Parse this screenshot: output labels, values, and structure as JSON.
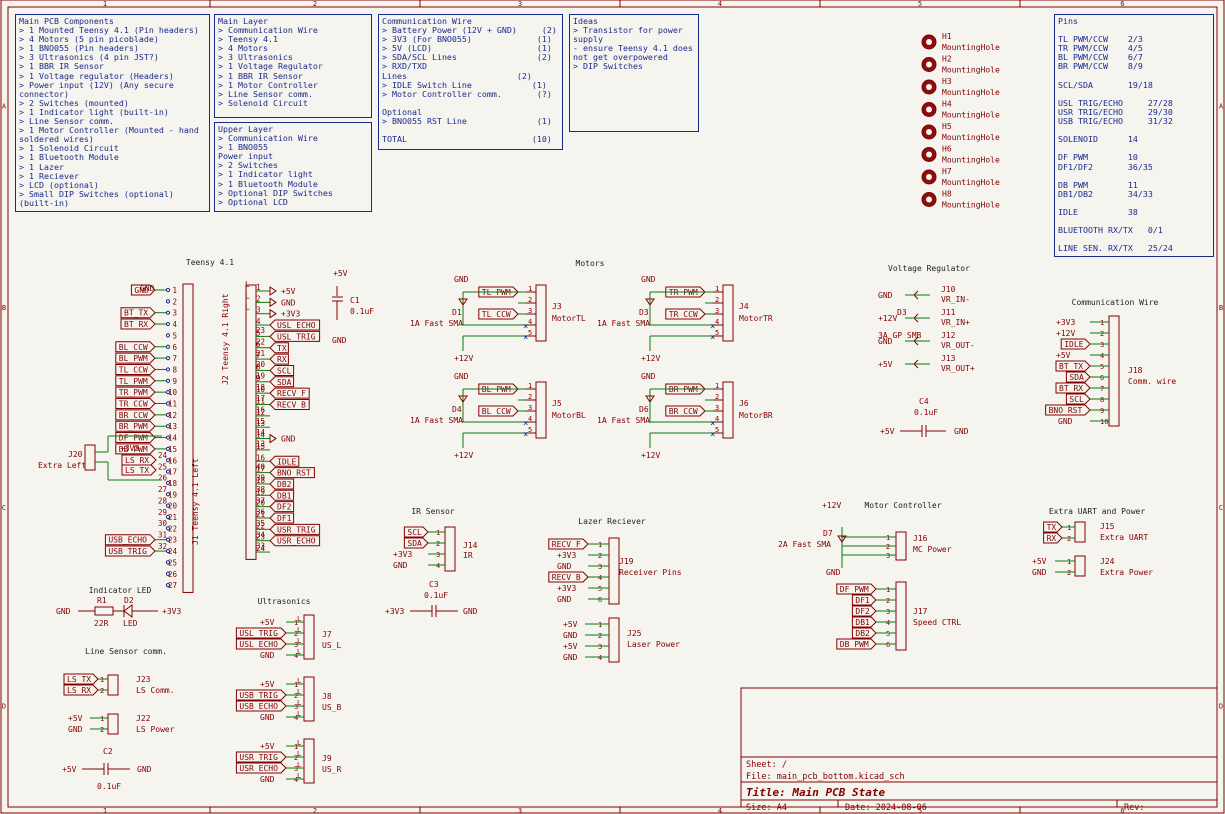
{
  "frame": {
    "cols": [
      "1",
      "2",
      "3",
      "4",
      "5",
      "6"
    ],
    "rows": [
      "A",
      "B",
      "C",
      "D"
    ]
  },
  "notes": {
    "main_pcb": [
      "Main PCB Components",
      "> 1 Mounted Teensy 4.1 (Pin headers)",
      "> 4 Motors (5 pin picoblade)",
      "> 1 BNO055 (Pin headers)",
      "> 3 Ultrasonics (4 pin JST?)",
      "> 1 BBR IR Sensor",
      "> 1 Voltage regulator (Headers)",
      "> Power input (12V) (Any secure",
      "connector)",
      "> 2 Switches (mounted)",
      "> 1 Indicator light (built-in)",
      "> Line Sensor comm.",
      "> 1 Motor Controller (Mounted - hand",
      "soldered wires)",
      "> 1 Solenoid Circuit",
      "> 1 Bluetooth Module",
      "> 1 Lazer",
      "> 1 Reciever",
      "> LCD (optional)",
      "> Small DIP Switches (optional)",
      "(built-in)"
    ],
    "main_layer": [
      "Main Layer",
      "> Communication Wire",
      "> Teensy 4.1",
      "> 4 Motors",
      "> 3 Ultrasonics",
      "> 1 Voltage Regulator",
      "> 1 BBR IR Sensor",
      "> 1 Motor Controller",
      "> Line Sensor comm.",
      "> Solenoid Circuit"
    ],
    "upper_layer": [
      "Upper Layer",
      "> Communication Wire",
      "> 1 BNO055",
      "Power input",
      "> 2 Switches",
      "> 1 Indicator light",
      "> 1 Bluetooth Module",
      "> Optional DIP Switches",
      "> Optional LCD"
    ],
    "comm_wire": [
      "Communication Wire",
      "> Battery Power (12V + GND)     (2)",
      "> 3V3 (For BNO055)             (1)",
      "> 5V (LCD)                     (1)",
      "> SDA/SCL Lines                (2)",
      "> RXD/TXD",
      "Lines                      (2)",
      "> IDLE Switch Line            (1)",
      "> Motor Controller comm.       (?)",
      "",
      "Optional",
      "> BNO055 RST Line              (1)",
      "",
      "TOTAL                         (10)"
    ],
    "ideas": [
      "Ideas",
      "> Transistor for power",
      "supply",
      "- ensure Teensy 4.1 does",
      "not get overpowered",
      "> DIP Switches"
    ],
    "pins": [
      "Pins",
      "",
      "TL PWM/CCW    2/3",
      "TR PWM/CCW    4/5",
      "BL PWM/CCW    6/7",
      "BR PWM/CCW    8/9",
      "",
      "SCL/SDA       19/18",
      "",
      "USL TRIG/ECHO     27/28",
      "USR TRIG/ECHO     29/30",
      "USB TRIG/ECHO     31/32",
      "",
      "SOLENOID      14",
      "",
      "DF PWM        10",
      "DF1/DF2       36/35",
      "",
      "DB PWM        11",
      "DB1/DB2       34/33",
      "",
      "IDLE          38",
      "",
      "BLUETOOTH RX/TX   0/1",
      "",
      "LINE SEN. RX/TX   25/24"
    ]
  },
  "mounting_holes": {
    "refs": [
      "H1",
      "H2",
      "H3",
      "H4",
      "H5",
      "H6",
      "H7",
      "H8"
    ],
    "value": "MountingHole"
  },
  "titles": {
    "teensy": "Teensy 4.1",
    "motors": "Motors",
    "vreg": "Voltage Regulator",
    "comm": "Communication Wire",
    "ir": "IR Sensor",
    "lazer": "Lazer Reciever",
    "mc": "Motor Controller",
    "uart": "Extra UART and Power",
    "led": "Indicator LED",
    "ultra": "Ultrasonics",
    "line": "Line Sensor comm."
  },
  "teensy": {
    "j1_ref": "J1 Teensy 4.1 Left",
    "j2_ref": "J2 Teensy 4.1 Right",
    "left_nets": [
      "GND",
      "",
      "BT_TX",
      "BT_RX",
      "",
      "BL_CCW",
      "BL_PWM",
      "TL_CCW",
      "TL_PWM",
      "TR_PWM",
      "TR_CCW",
      "BR_CCW",
      "BR_PWM",
      "DF_PWM",
      "DB_PWM",
      "",
      "",
      "",
      "",
      "",
      "",
      "",
      "USB_ECHO",
      "USB_TRIG",
      "",
      "",
      ""
    ],
    "left_pins": [
      "GND",
      "0",
      "1",
      "2",
      "3",
      "4",
      "5",
      "6",
      "7",
      "8",
      "9",
      "10",
      "11",
      "12",
      "13",
      "14",
      "15",
      "16",
      "17",
      "18",
      "19",
      "20",
      "21",
      "22",
      "23",
      "24",
      "25"
    ],
    "left_nums": [
      "1",
      "2",
      "3",
      "4",
      "5",
      "6",
      "7",
      "8",
      "9",
      "10",
      "11",
      "12",
      "13",
      "14",
      "15",
      "16",
      "17",
      "18",
      "19",
      "20",
      "21",
      "22",
      "23",
      "24",
      "25",
      "26",
      "27"
    ],
    "j1_pins": [
      "24",
      "25",
      "26",
      "27",
      "28",
      "29",
      "30",
      "31",
      "32"
    ],
    "j2_nums": [
      "1",
      "2",
      "3",
      "4",
      "5",
      "6",
      "7",
      "8",
      "9",
      "10",
      "11",
      "12",
      "13",
      "14",
      "15",
      "16",
      "17",
      "18",
      "19",
      "20",
      "21",
      "22",
      "23",
      "24"
    ],
    "j2_pins": [
      "",
      "",
      "",
      "23",
      "22",
      "21",
      "20",
      "19",
      "18",
      "17",
      "16",
      "15",
      "14",
      "13",
      "",
      "40",
      "39",
      "38",
      "37",
      "36",
      "35",
      "34",
      "33",
      ""
    ],
    "right_nets": [
      "+5V",
      "GND",
      "+3V3",
      "USL_ECHO",
      "USL_TRIG",
      "TX",
      "RX",
      "SCL",
      "SDA",
      "RECV_F",
      "RECV_B",
      "",
      "",
      "GND",
      "",
      "IDLE",
      "BNO_RST",
      "DB2",
      "DB1",
      "DF2",
      "DF1",
      "USR_TRIG",
      "USR_ECHO",
      ""
    ],
    "top_nets": [
      "L",
      "L",
      "L"
    ],
    "c1": {
      "ref": "C1",
      "value": "0.1uF",
      "top": "+5V",
      "bot": "GND"
    },
    "j20": {
      "ref": "J20",
      "value": "Extra Left",
      "nets": [
        "+3V3",
        "LS_RX",
        "LS_TX"
      ]
    }
  },
  "motors": [
    {
      "ref": "J3",
      "value": "MotorTL",
      "pwm": "TL_PWM",
      "ccw": "TL_CCW",
      "d": "D1",
      "gnd": "GND",
      "v": "+12V"
    },
    {
      "ref": "J4",
      "value": "MotorTR",
      "pwm": "TR_PWM",
      "ccw": "TR_CCW",
      "d": "D3",
      "gnd": "GND",
      "v": "+12V"
    },
    {
      "ref": "J5",
      "value": "MotorBL",
      "pwm": "BL_PWM",
      "ccw": "BL_CCW",
      "d": "D4",
      "gnd": "GND",
      "v": "+12V"
    },
    {
      "ref": "J6",
      "value": "MotorBR",
      "pwm": "BR_PWM",
      "ccw": "BR_CCW",
      "d": "D6",
      "gnd": "GND",
      "v": "+12V"
    }
  ],
  "diode_value": "1A Fast SMA",
  "vreg": {
    "rows": [
      {
        "net": "GND",
        "ref": "J10",
        "v": "VR_IN-"
      },
      {
        "net": "+12V",
        "ref": "J11",
        "v": "VR_IN+"
      },
      {
        "net": "GND",
        "ref": "J12",
        "v": "VR_OUT-"
      },
      {
        "net": "+5V",
        "ref": "J13",
        "v": "VR_OUT+"
      }
    ],
    "d3": "D3",
    "d3v": "3A GP SMB",
    "c4": "C4",
    "c4v": "0.1uF",
    "c4l": "+5V",
    "c4r": "GND"
  },
  "comm": {
    "ref": "J18",
    "value": "Comm. wire",
    "nets": [
      "+3V3",
      "+12V",
      "IDLE",
      "+5V",
      "BT_TX",
      "SDA",
      "BT_RX",
      "SCL",
      "BNO_RST",
      "GND"
    ]
  },
  "ir": {
    "ref": "J14",
    "value": "IR",
    "nets": [
      "SCL",
      "SDA",
      "+3V3",
      "GND"
    ],
    "c3": "C3",
    "c3v": "0.1uF",
    "c3l": "+3V3",
    "c3r": "GND"
  },
  "lazer": {
    "ref": "J19",
    "value": "Receiver Pins",
    "nets": [
      "RECV_F",
      "+3V3",
      "GND",
      "RECV_B",
      "+3V3",
      "GND"
    ],
    "j25": "J25",
    "j25v": "Laser Power",
    "j25n": [
      "+5V",
      "GND",
      "+5V",
      "GND"
    ]
  },
  "mc": {
    "ref": "J16",
    "value": "MC Power",
    "d7": "D7",
    "d7v": "2A Fast SMA",
    "top": "+12V",
    "gnd": "GND",
    "j17": "J17",
    "j17v": "Speed CTRL",
    "j17n": [
      "DF_PWM",
      "DF1",
      "DF2",
      "DB1",
      "DB2",
      "DB_PWM"
    ]
  },
  "uart": {
    "j15": "J15",
    "j15v": "Extra UART",
    "j15n": [
      "TX",
      "RX"
    ],
    "j24": "J24",
    "j24v": "Extra Power",
    "j24n": [
      "+5V",
      "GND"
    ]
  },
  "led": {
    "r": "R1",
    "rv": "22R",
    "d": "D2",
    "dv": "LED",
    "l": "GND",
    "rr": "+3V3"
  },
  "ultras": [
    {
      "ref": "J7",
      "value": "US_L",
      "nets": [
        "+5V",
        "USL_TRIG",
        "USL_ECHO",
        "GND"
      ]
    },
    {
      "ref": "J8",
      "value": "US_B",
      "nets": [
        "+5V",
        "USB_TRIG",
        "USB_ECHO",
        "GND"
      ]
    },
    {
      "ref": "J9",
      "value": "US_R",
      "nets": [
        "+5V",
        "USR_TRIG",
        "USR_ECHO",
        "GND"
      ]
    }
  ],
  "line": {
    "j23": "J23",
    "j23v": "LS Comm.",
    "j23n": [
      "LS_TX",
      "LS_RX"
    ],
    "j22": "J22",
    "j22v": "LS Power",
    "j22n": [
      "+5V",
      "GND"
    ],
    "c2": "C2",
    "c2v": "0.1uF",
    "c2l": "+5V",
    "c2r": "GND"
  },
  "titleblock": {
    "sheet": "Sheet: /",
    "file": "File: main_pcb_bottom.kicad_sch",
    "title": "Title: Main PCB State",
    "size": "Size: A4",
    "date": "Date: 2024-08-06",
    "rev": "Rev:"
  }
}
